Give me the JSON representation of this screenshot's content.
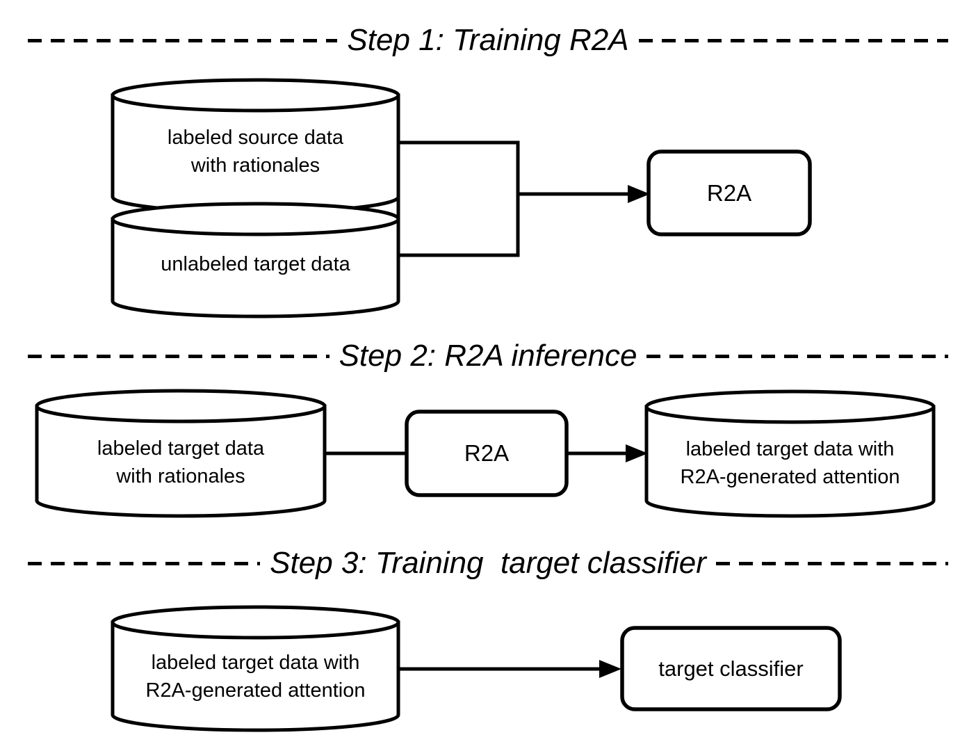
{
  "canvas": {
    "background": "#ffffff",
    "ink": "#000000"
  },
  "step1": {
    "header": "Step 1: Training R2A",
    "source_cylinder": {
      "line1": "labeled source data",
      "line2": "with rationales"
    },
    "target_cylinder": {
      "line1": "unlabeled target data"
    },
    "r2a_box": {
      "label": "R2A"
    }
  },
  "step2": {
    "header": "Step 2: R2A inference",
    "input_cylinder": {
      "line1": "labeled target data",
      "line2": "with rationales"
    },
    "r2a_box": {
      "label": "R2A"
    },
    "output_cylinder": {
      "line1": "labeled target data with",
      "line2": "R2A-generated attention"
    }
  },
  "step3": {
    "header": "Step 3: Training  target classifier",
    "input_cylinder": {
      "line1": "labeled target data with",
      "line2": "R2A-generated attention"
    },
    "classifier_box": {
      "label": "target classifier"
    }
  }
}
